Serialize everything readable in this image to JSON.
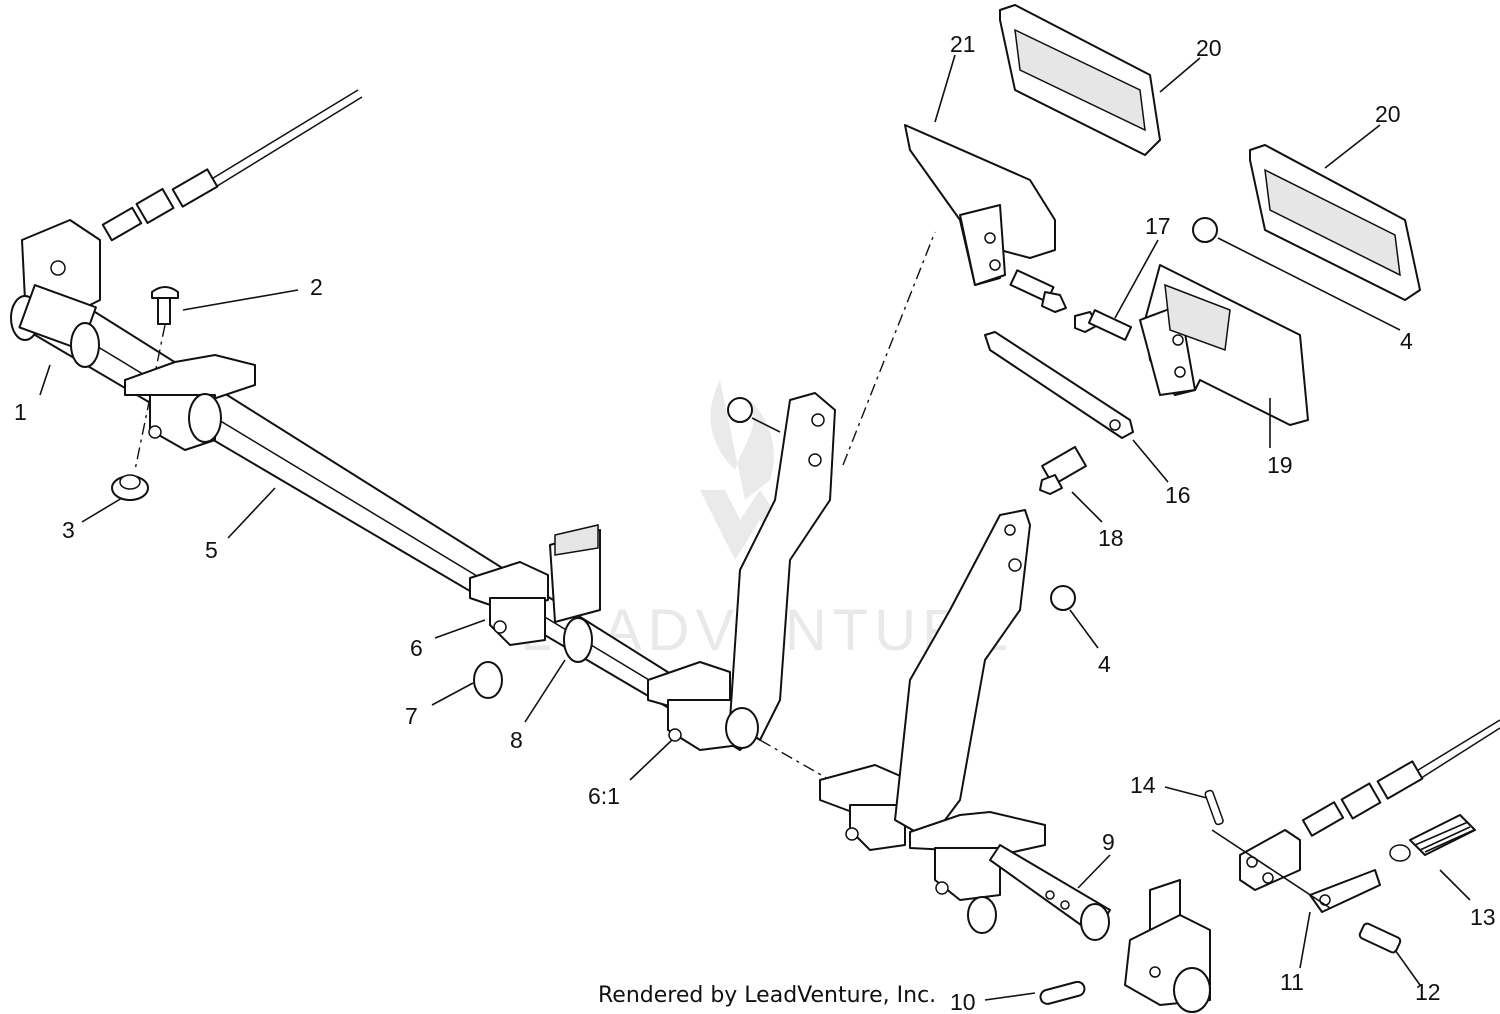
{
  "callouts": {
    "c1": "1",
    "c2": "2",
    "c3": "3",
    "c4a": "4",
    "c4b": "4",
    "c5": "5",
    "c6": "6",
    "c6_1": "6:1",
    "c7": "7",
    "c8": "8",
    "c9": "9",
    "c10": "10",
    "c11": "11",
    "c12": "12",
    "c13": "13",
    "c14": "14",
    "c16": "16",
    "c17": "17",
    "c18": "18",
    "c19": "19",
    "c20a": "20",
    "c20b": "20",
    "c21": "21"
  },
  "credit": "Rendered by LeadVenture, Inc.",
  "watermark": "LEADVENTURE"
}
